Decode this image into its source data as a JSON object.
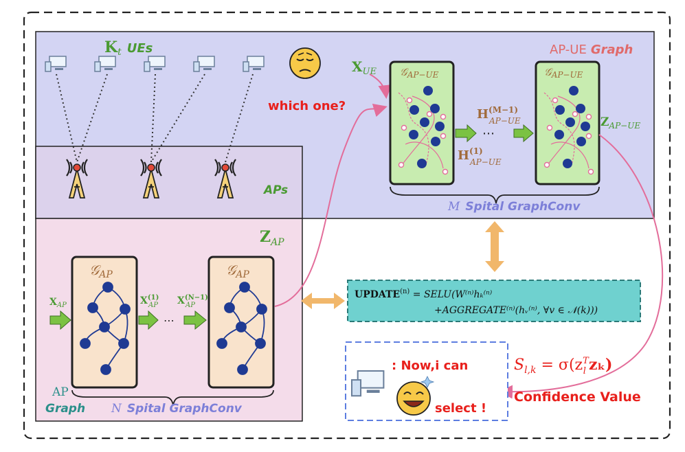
{
  "ue_group": {
    "k": "K",
    "k_sub": "t",
    "label": "UEs"
  },
  "apue_graph": {
    "label_a": "AP-UE",
    "label_b": "Graph"
  },
  "question": "which one?",
  "x_ue": {
    "main": "X",
    "sub": "UE"
  },
  "g_apue": {
    "main": "𝒢",
    "sub": "AP−UE"
  },
  "h_mid": {
    "main": "H",
    "sup": "(M−1)",
    "sub": "AP−UE"
  },
  "h_first": {
    "main": "H",
    "sup": "(1)",
    "sub": "AP−UE"
  },
  "z_apue": {
    "main": "Z",
    "sub": "AP−UE"
  },
  "ellipsis": "⋯",
  "aps_label": "APs",
  "m_conv": {
    "var": "M",
    "label": "Spital GraphConv"
  },
  "z_ap": {
    "main": "Z",
    "sub": "AP"
  },
  "g_ap": {
    "main": "𝒢",
    "sub": "AP"
  },
  "x_ap": {
    "main": "X",
    "sub": "AP"
  },
  "x_ap1": {
    "main": "X",
    "sup": "(1)",
    "sub": "AP"
  },
  "x_apn": {
    "main": "X",
    "sup": "(N−1)",
    "sub": "AP"
  },
  "ap_graph": {
    "line1": "AP",
    "line2": "Graph"
  },
  "n_conv": {
    "var": "N",
    "label": "Spital GraphConv"
  },
  "update": {
    "line1_bold": "UPDATE",
    "line1_sup": "(n)",
    "line1_rest": " = SELU(W⁽ⁿ⁾hₖ⁽ⁿ⁾",
    "line2": "+AGGREGATE⁽ⁿ⁾(hᵥ⁽ⁿ⁾, ∀v ∈ 𝒩(k)))"
  },
  "result": {
    "text1": ":  Now,i can",
    "text2": "select !"
  },
  "score": {
    "s": "S",
    "sub": "l,k",
    "eq": " = σ(z",
    "zsup": "T",
    "zsub": "l",
    "tail": "zₖ)"
  },
  "confidence": "Confidence Value",
  "colors": {
    "apue_bg": "#d3d4f3",
    "ap_bg": "#f4dcea",
    "green_box": "#c8ecb0",
    "orange_box": "#f9e3cc",
    "node": "#1f3a93",
    "edge_pink": "#e36d9a",
    "arrow_green": "#7bc243",
    "arrow_orange": "#f1b76b",
    "update_bg": "#6fd1cf",
    "red": "#e8201c",
    "green_text": "#4a9a32",
    "brown": "#a06a3a",
    "purple_text": "#7c7fd8",
    "teal_text": "#2b8f8a"
  }
}
